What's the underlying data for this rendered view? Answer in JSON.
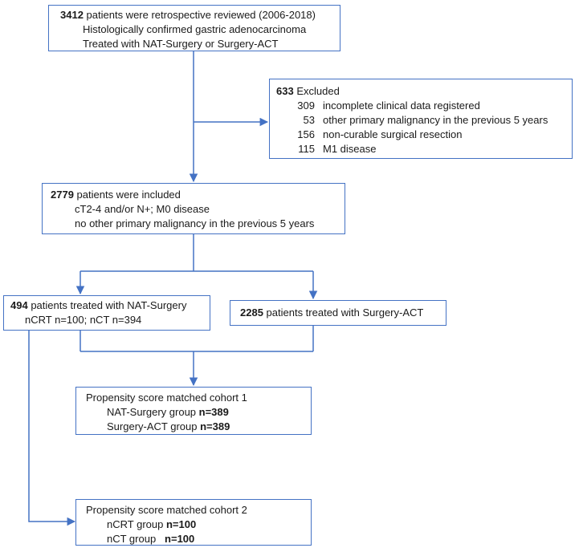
{
  "colors": {
    "line": "#4472c4",
    "box_border": "#4472c4",
    "text": "#1a1a1a"
  },
  "box1": {
    "count": "3412",
    "line1": " patients were retrospective reviewed  (2006-2018)",
    "line2": "Histologically confirmed gastric adenocarcinoma",
    "line3": "Treated with NAT-Surgery or Surgery-ACT"
  },
  "excluded": {
    "count": "633",
    "title": " Excluded",
    "items": [
      {
        "n": "309",
        "label": "incomplete clinical data registered"
      },
      {
        "n": "53",
        "label": "other primary malignancy in the previous 5 years"
      },
      {
        "n": "156",
        "label": "non-curable surgical resection"
      },
      {
        "n": "115",
        "label": "M1 disease"
      }
    ]
  },
  "included": {
    "count": "2779",
    "line1": " patients were included",
    "line2": "cT2-4 and/or N+; M0 disease",
    "line3": "no other primary malignancy in the previous 5 years"
  },
  "nat": {
    "count": "494",
    "line1": " patients treated with NAT-Surgery",
    "line2": "nCRT n=100; nCT n=394"
  },
  "act": {
    "count": "2285",
    "line1": " patients treated with Surgery-ACT"
  },
  "cohort1": {
    "title": "Propensity score matched cohort 1",
    "row1_label": "NAT-Surgery group ",
    "row1_value": "n=389",
    "row2_label": "Surgery-ACT group ",
    "row2_value": "n=389"
  },
  "cohort2": {
    "title": "Propensity score matched cohort 2",
    "row1_label": "nCRT group ",
    "row1_value": "n=100",
    "row2_label": "nCT group   ",
    "row2_value": "n=100"
  }
}
